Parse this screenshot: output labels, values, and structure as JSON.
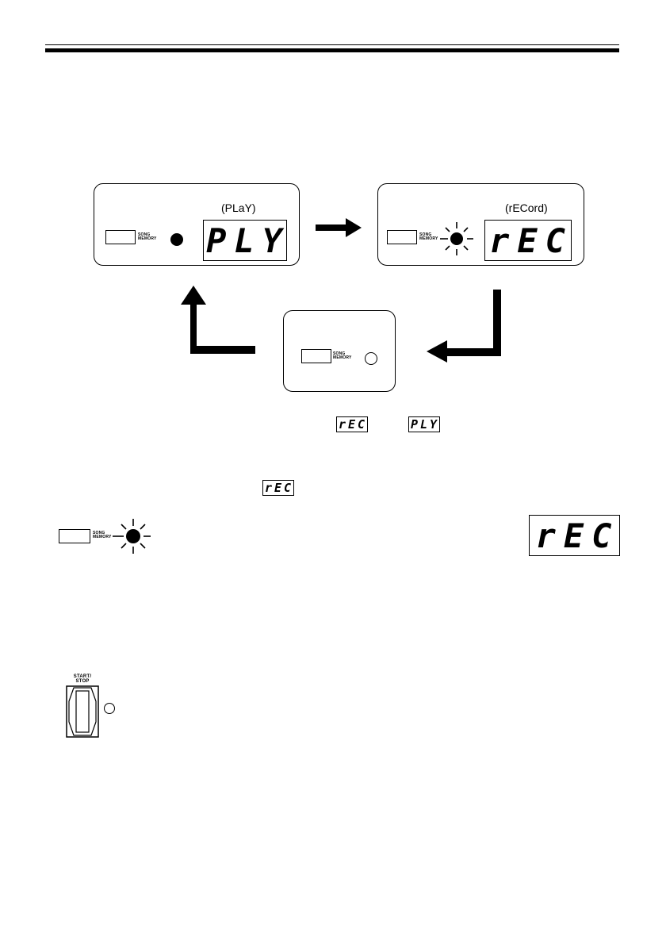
{
  "panels": {
    "play": {
      "caption": "(PLaY)",
      "button_label": "SONG MEMORY",
      "display": "PLY"
    },
    "record": {
      "caption": "(rECord)",
      "button_label": "SONG MEMORY",
      "display": "rEC"
    },
    "off": {
      "button_label": "SONG MEMORY"
    }
  },
  "inline_displays": {
    "first": "rEC",
    "second": "PLY",
    "third": "rEC"
  },
  "record_indicator": {
    "button_label": "SONG MEMORY",
    "display": "rEC"
  },
  "start_stop": {
    "label": "START/ STOP"
  }
}
